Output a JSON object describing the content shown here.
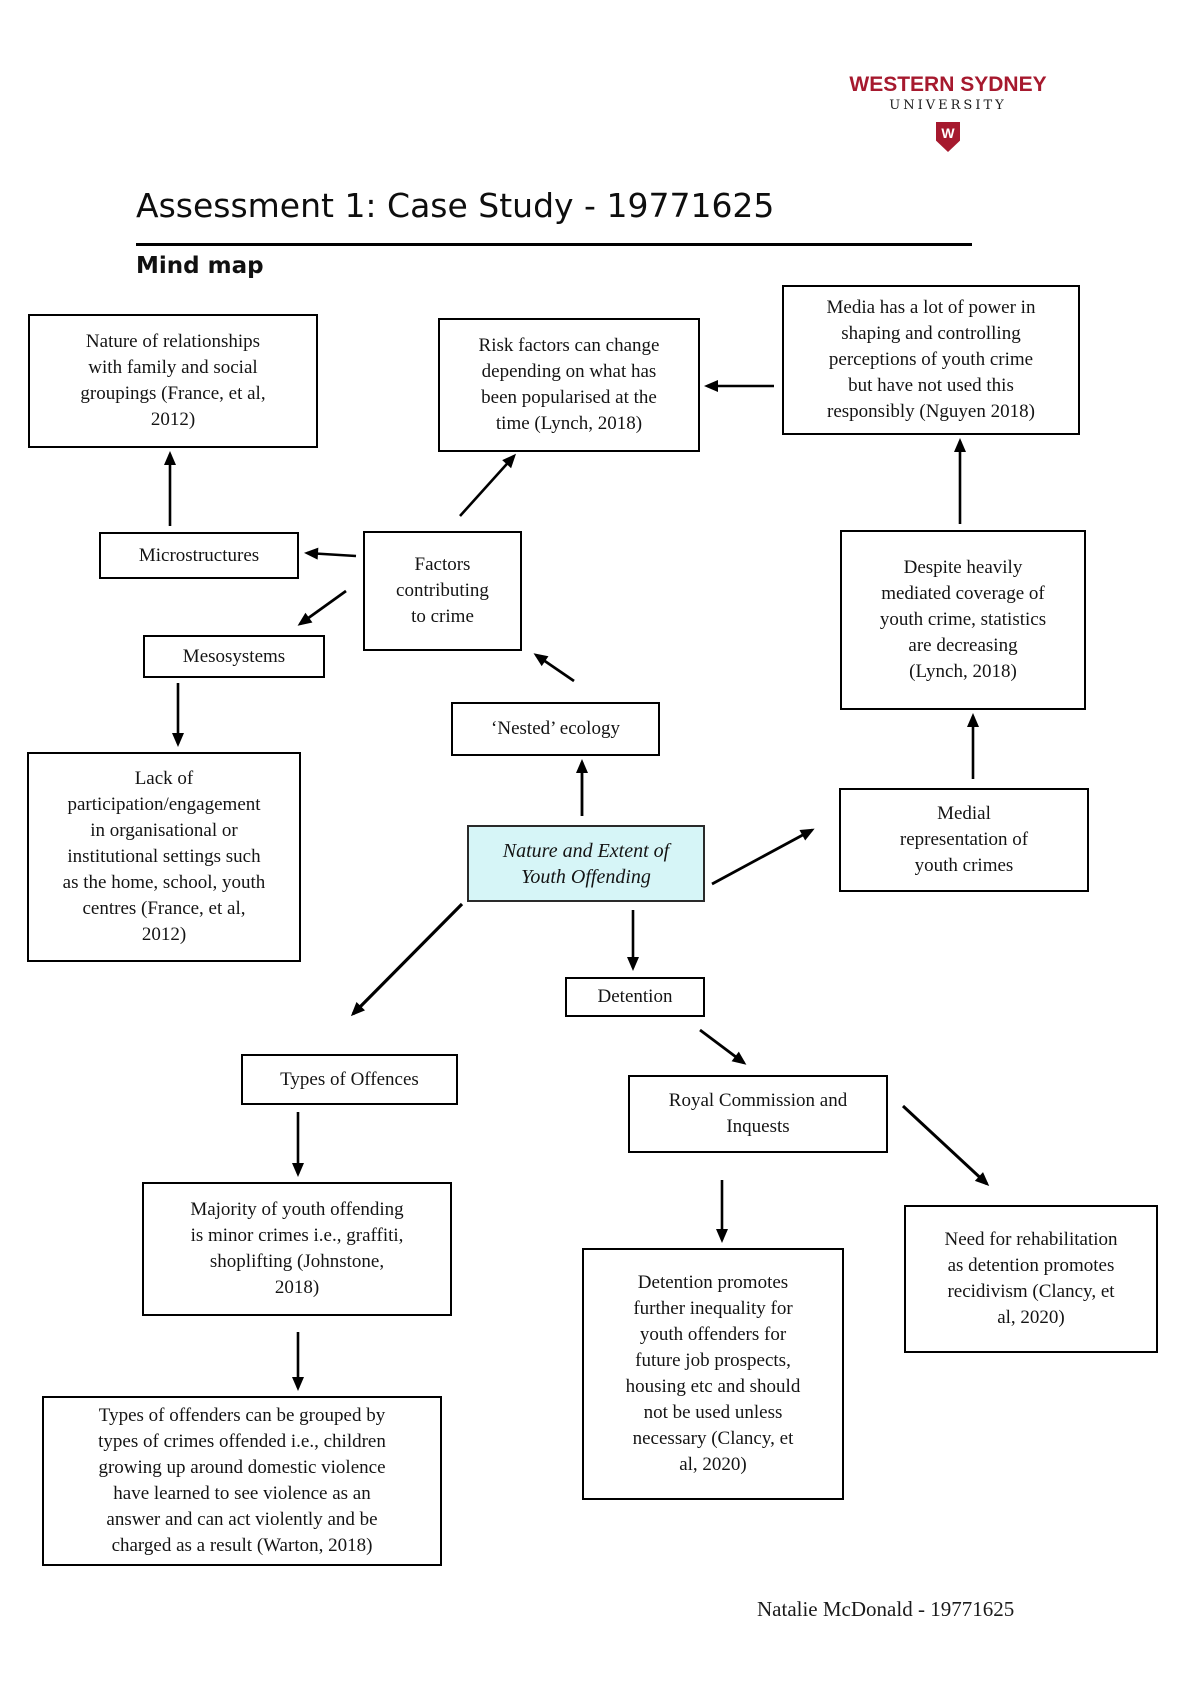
{
  "logo": {
    "line1": "WESTERN SYDNEY",
    "line2": "UNIVERSITY",
    "shield_letter": "W",
    "brand_color": "#a6192e"
  },
  "header": {
    "title": "Assessment 1: Case Study - 19771625",
    "section_label": "Mind map"
  },
  "footer": {
    "author": "Natalie McDonald - 19771625"
  },
  "colors": {
    "center_node_bg": "#d6f5f7",
    "box_border": "#000000"
  },
  "mindmap": {
    "nodes": [
      {
        "id": "nature-relationships",
        "text": "Nature of relationships\nwith family and social\ngroupings (France, et al,\n2012)"
      },
      {
        "id": "risk-factors",
        "text": "Risk factors can change\ndepending on what has\nbeen popularised at the\ntime (Lynch, 2018)"
      },
      {
        "id": "media-power",
        "text": "Media has a lot of power in\nshaping and controlling\nperceptions of youth crime\nbut have not used this\nresponsibly (Nguyen 2018)"
      },
      {
        "id": "microstructures",
        "text": "Microstructures"
      },
      {
        "id": "factors-contributing",
        "text": "Factors\ncontributing\nto crime"
      },
      {
        "id": "mesosystems",
        "text": "Mesosystems"
      },
      {
        "id": "nested-ecology",
        "text": "‘Nested’ ecology"
      },
      {
        "id": "lack-participation",
        "text": "Lack of\nparticipation/engagement\nin organisational or\ninstitutional settings such\nas the home, school, youth\ncentres (France, et al,\n2012)"
      },
      {
        "id": "despite-heavily",
        "text": "Despite heavily\nmediated coverage of\nyouth crime, statistics\nare decreasing\n(Lynch, 2018)"
      },
      {
        "id": "nature-extent-center",
        "text": "Nature and Extent of\nYouth Offending"
      },
      {
        "id": "medial-representation",
        "text": "Medial\nrepresentation of\nyouth crimes"
      },
      {
        "id": "detention",
        "text": "Detention"
      },
      {
        "id": "types-of-offences",
        "text": "Types of Offences"
      },
      {
        "id": "royal-commission",
        "text": "Royal Commission and\nInquests"
      },
      {
        "id": "majority-offending",
        "text": "Majority of youth offending\nis minor crimes i.e., graffiti,\nshoplifting (Johnstone,\n2018)"
      },
      {
        "id": "need-rehabilitation",
        "text": "Need for rehabilitation\nas detention promotes\nrecidivism (Clancy, et\nal, 2020)"
      },
      {
        "id": "detention-promotes",
        "text": "Detention promotes\nfurther inequality for\nyouth offenders for\nfuture job prospects,\nhousing etc and should\nnot be used unless\nnecessary (Clancy, et\nal, 2020)"
      },
      {
        "id": "types-of-offenders",
        "text": "Types of offenders can be grouped by\ntypes of crimes offended i.e., children\ngrowing up around domestic violence\nhave learned to see violence as an\nanswer and can act violently and be\ncharged as a result (Warton, 2018)"
      }
    ]
  }
}
